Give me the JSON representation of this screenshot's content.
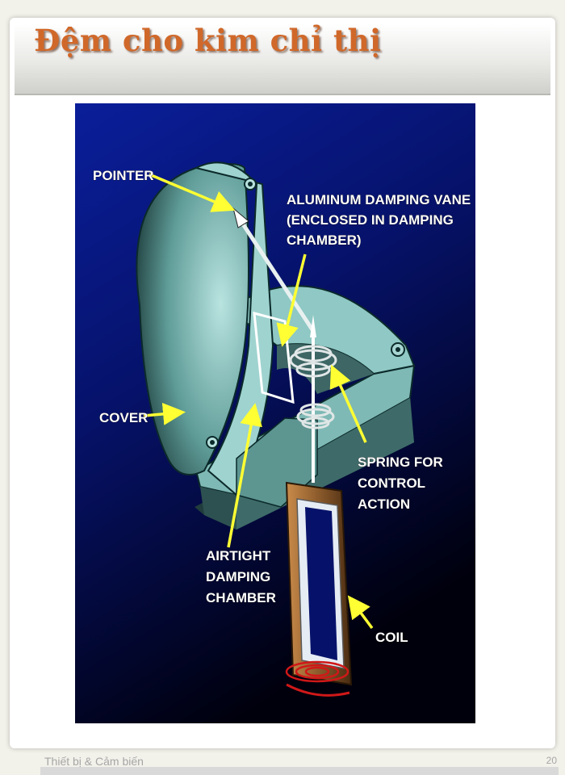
{
  "slide": {
    "title": "Đệm cho kim chỉ thị",
    "footer": "Thiết bị & Cảm biến",
    "page_number": "20"
  },
  "diagram": {
    "labels": {
      "pointer": "POINTER",
      "vane_1": "ALUMINUM DAMPING VANE",
      "vane_2": "(ENCLOSED IN DAMPING",
      "vane_3": "CHAMBER)",
      "cover": "COVER",
      "spring_1": "SPRING FOR",
      "spring_2": "CONTROL",
      "spring_3": "ACTION",
      "chamber_1": "AIRTIGHT",
      "chamber_2": "DAMPING",
      "chamber_3": "CHAMBER",
      "coil": "COIL"
    },
    "colors": {
      "background_top": "#0a1a8a",
      "background_bottom": "#000010",
      "housing": "#8fc8c4",
      "arrow": "#ffff33",
      "coil": "#8b5a2b",
      "title": "#d0682a"
    }
  }
}
